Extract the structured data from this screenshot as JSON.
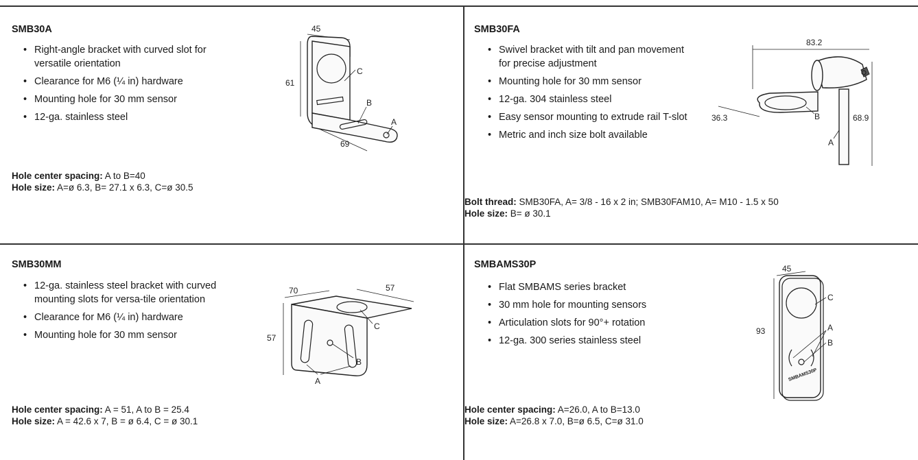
{
  "products": [
    {
      "title": "SMB30A",
      "bullets": [
        "Right-angle bracket with curved slot for versatile orientation",
        "Clearance for M6 (¼ in) hardware",
        "Mounting hole for 30 mm sensor",
        "12-ga. stainless steel"
      ],
      "specs": [
        {
          "label": "Hole center spacing:",
          "value": " A to B=40"
        },
        {
          "label": "Hole size:",
          "value": " A=ø 6.3, B= 27.1 x 6.3, C=ø 30.5"
        }
      ],
      "dims": {
        "d1": "45",
        "d2": "61",
        "d3": "69",
        "la": "A",
        "lb": "B",
        "lc": "C"
      }
    },
    {
      "title": "SMB30FA",
      "bullets": [
        "Swivel bracket with tilt and pan movement for precise adjustment",
        "Mounting hole for 30 mm sensor",
        "12-ga. 304 stainless steel",
        "Easy sensor mounting to extrude rail T-slot",
        "Metric and inch size bolt available"
      ],
      "specs": [
        {
          "label": "Bolt thread:",
          "value": " SMB30FA, A= 3/8 - 16 x 2 in; SMB30FAM10, A= M10 - 1.5 x 50"
        },
        {
          "label": "Hole size:",
          "value": " B= ø 30.1"
        }
      ],
      "dims": {
        "d1": "83.2",
        "d2": "36.3",
        "d3": "68.9",
        "la": "A",
        "lb": "B"
      }
    },
    {
      "title": "SMB30MM",
      "bullets": [
        "12-ga. stainless steel bracket with curved mounting slots for versa-tile orientation",
        "Clearance for M6 (¼ in) hardware",
        "Mounting hole for 30 mm sensor"
      ],
      "specs": [
        {
          "label": "Hole center spacing:",
          "value": " A = 51, A to B = 25.4"
        },
        {
          "label": "Hole size:",
          "value": " A = 42.6 x 7, B = ø 6.4, C = ø 30.1"
        }
      ],
      "dims": {
        "d1": "70",
        "d2": "57",
        "d3": "57",
        "la": "A",
        "lb": "B",
        "lc": "C"
      }
    },
    {
      "title": "SMBAMS30P",
      "bullets": [
        "Flat SMBAMS series bracket",
        "30 mm hole for mounting sensors",
        "Articulation slots for 90°+ rotation",
        "12-ga. 300 series stainless steel"
      ],
      "specs": [
        {
          "label": "Hole center spacing:",
          "value": " A=26.0, A to B=13.0"
        },
        {
          "label": "Hole size:",
          "value": " A=26.8 x 7.0, B=ø 6.5, C=ø 31.0"
        }
      ],
      "dims": {
        "d1": "45",
        "d2": "93",
        "la": "A",
        "lb": "B",
        "lc": "C",
        "stamp": "SMBAMS30P"
      }
    }
  ]
}
